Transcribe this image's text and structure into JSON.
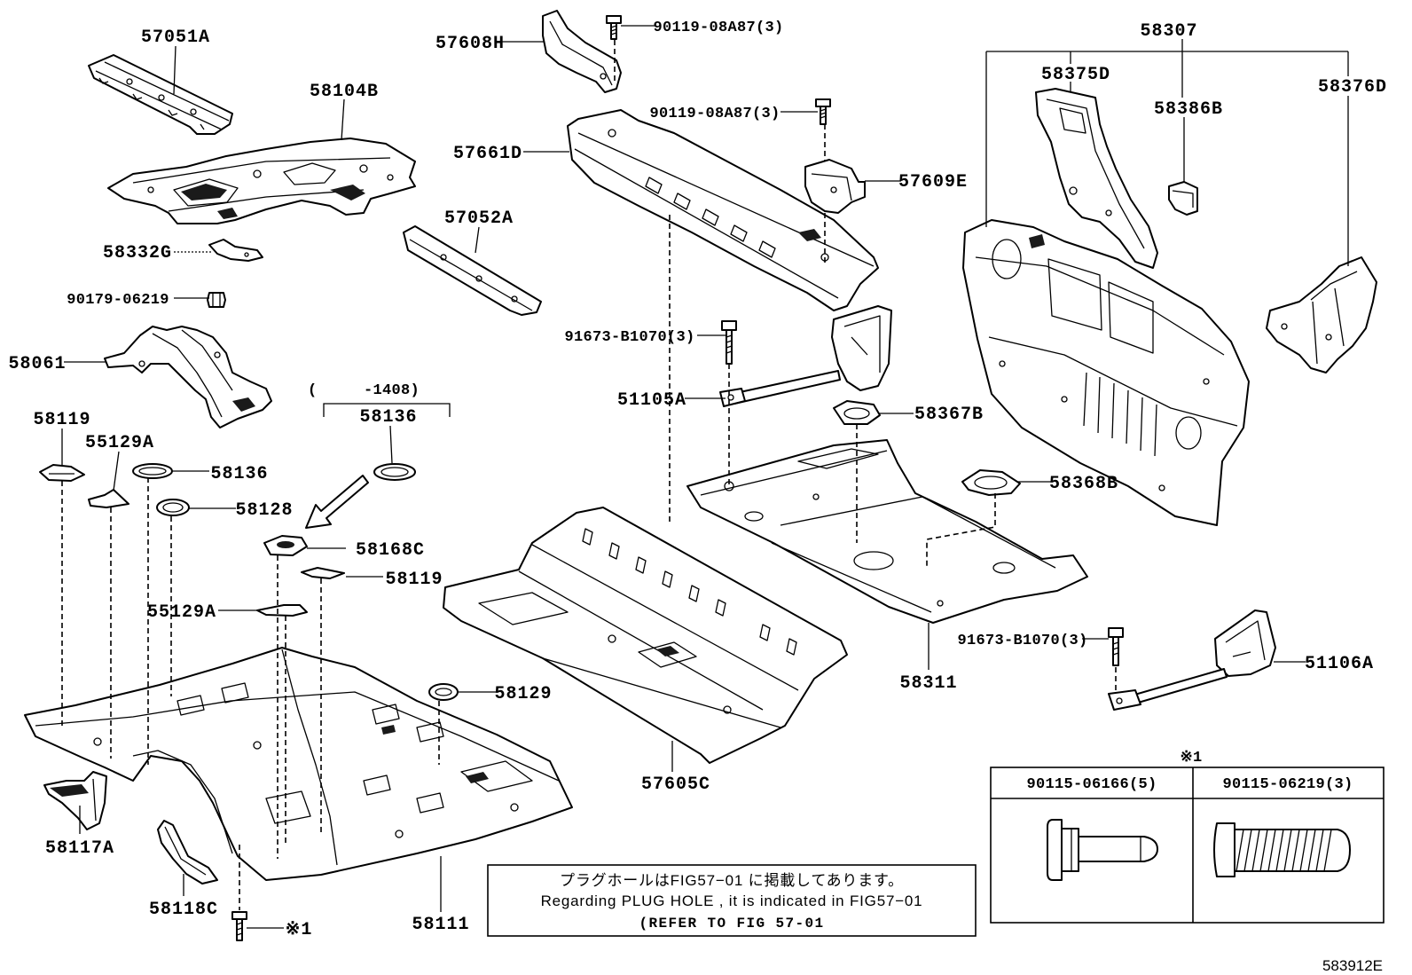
{
  "part_labels": {
    "p57051A": "57051A",
    "p58104B": "58104B",
    "p58332G": "58332G",
    "f90179_06219": "90179-06219",
    "p58061": "58061",
    "p57052A": "57052A",
    "p57608H": "57608H",
    "f90119_a": "90119-08A87(3)",
    "f90119_b": "90119-08A87(3)",
    "p57661D": "57661D",
    "p57609E": "57609E",
    "f91673_a": "91673-B1070(3)",
    "p51105A": "51105A",
    "p58367B": "58367B",
    "p58307": "58307",
    "p58375D": "58375D",
    "p58386B": "58386B",
    "p58376D": "58376D",
    "p58368B": "58368B",
    "p58311": "58311",
    "f91673_b": "91673-B1070(3)",
    "p51106A": "51106A",
    "p57605C": "57605C",
    "p58119_a": "58119",
    "p55129A_a": "55129A",
    "p58136_a": "58136",
    "p58128": "58128",
    "p58136_b": "58136",
    "p58168C": "58168C",
    "p58119_b": "58119",
    "p55129A_b": "55129A",
    "p58129": "58129",
    "p58117A": "58117A",
    "p58118C": "58118C",
    "p58111": "58111",
    "mark_bolt": "※1"
  },
  "date_range_label": "(     -1408)",
  "note": {
    "line_jp": "プラグホールはFIG57−01 に掲載してあります。",
    "line_en": "Regarding PLUG HOLE , it is indicated in FIG57−01",
    "line_ref": "(REFER TO FIG 57-01"
  },
  "fastener_table": {
    "mark": "※1",
    "col1": "90115-06166(5)",
    "col2": "90115-06219(3)"
  },
  "figure_code": "583912E"
}
